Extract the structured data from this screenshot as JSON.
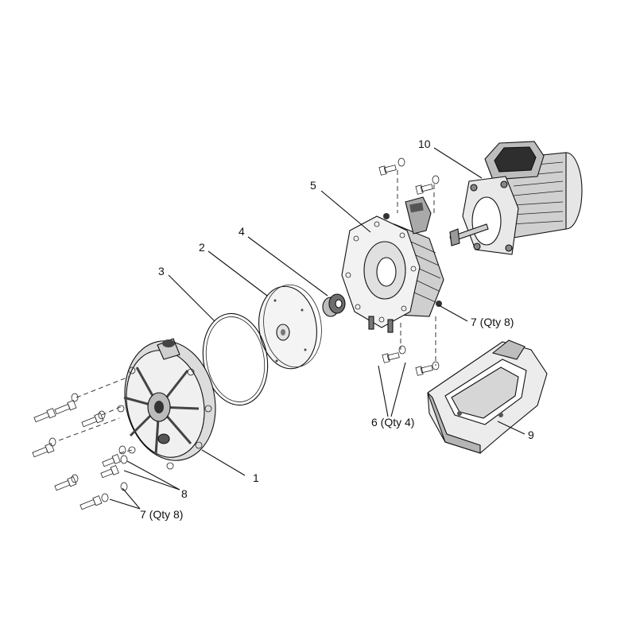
{
  "callouts": {
    "c1": "1",
    "c2": "2",
    "c3": "3",
    "c4": "4",
    "c5": "5",
    "c6": "6 (Qty 4)",
    "c7_right": "7 (Qty 8)",
    "c7_left": "7 (Qty 8)",
    "c8": "8",
    "c9": "9",
    "c10": "10"
  },
  "colors": {
    "line": "#111111",
    "shade_light": "#d9d9d9",
    "shade_mid": "#9a9a9a",
    "shade_dark": "#4a4a4a",
    "background": "#ffffff"
  }
}
